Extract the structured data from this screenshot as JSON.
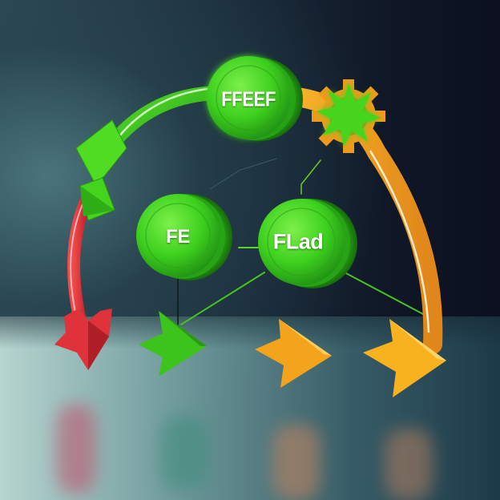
{
  "diagram": {
    "nodes": [
      {
        "id": "top",
        "label": "FFEEF",
        "shape": "green-disc-button",
        "color": "#3fd11f"
      },
      {
        "id": "left",
        "label": "FE",
        "shape": "green-disc-button",
        "color": "#3fd11f"
      },
      {
        "id": "right",
        "label": "FLad",
        "shape": "green-disc-button",
        "color": "#3fd11f"
      }
    ],
    "arcs": [
      {
        "name": "green-arc",
        "from": "top",
        "to": "left-descending",
        "color": "#3ec41e"
      },
      {
        "name": "orange-arc",
        "from": "top",
        "to": "right-descending",
        "color": "#f2a21a"
      },
      {
        "name": "red-arc",
        "from": "green-arc-end",
        "to": "red-arrow",
        "color": "#e0323a"
      }
    ],
    "gear": {
      "name": "orange-gear-with-green-star",
      "gear_color": "#f09a1c",
      "star_color": "#47d41f"
    },
    "bottom_arrows": [
      {
        "name": "red-arrow",
        "direction": "down",
        "color": "#e0323a"
      },
      {
        "name": "green-arrow",
        "direction": "right",
        "color": "#3cc41c"
      },
      {
        "name": "orange-arrow",
        "direction": "right",
        "color": "#f3a31c"
      },
      {
        "name": "orange-arrow-large",
        "direction": "right",
        "color": "#f7b21e"
      }
    ],
    "connector_lines": [
      {
        "from": "left",
        "to": "green-arrow"
      },
      {
        "from": "right",
        "to": "green-arrow"
      },
      {
        "from": "right",
        "to": "orange-arc"
      },
      {
        "from": "right",
        "to": "gear"
      }
    ]
  },
  "colors": {
    "background_dark": "#0e1522",
    "background_teal": "#3d6068",
    "floor_light": "#bcd8d2",
    "floor_dark": "#1f3c4b",
    "green": "#3fd11f",
    "green_dark": "#1f8a12",
    "orange": "#f2a21a",
    "red": "#e0323a"
  }
}
